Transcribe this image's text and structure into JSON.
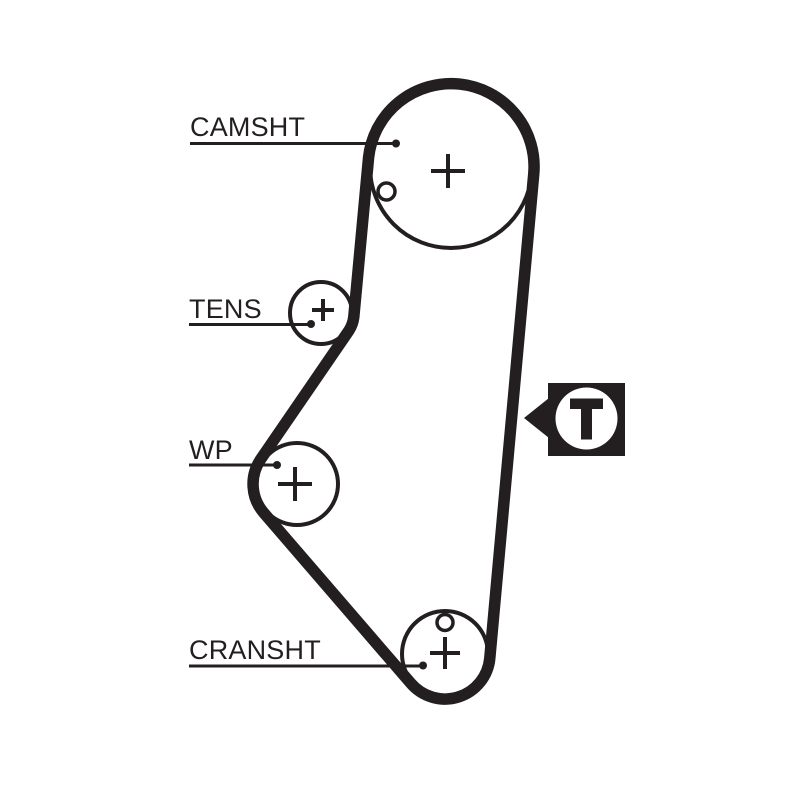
{
  "colors": {
    "ink": "#231f20",
    "background": "#ffffff"
  },
  "diagram": {
    "type": "timing-belt-routing",
    "labels": {
      "camshaft": "CAMSHT",
      "tensioner": "TENS",
      "water_pump": "WP",
      "crankshaft": "CRANSHT"
    },
    "tension_marker": "T"
  }
}
